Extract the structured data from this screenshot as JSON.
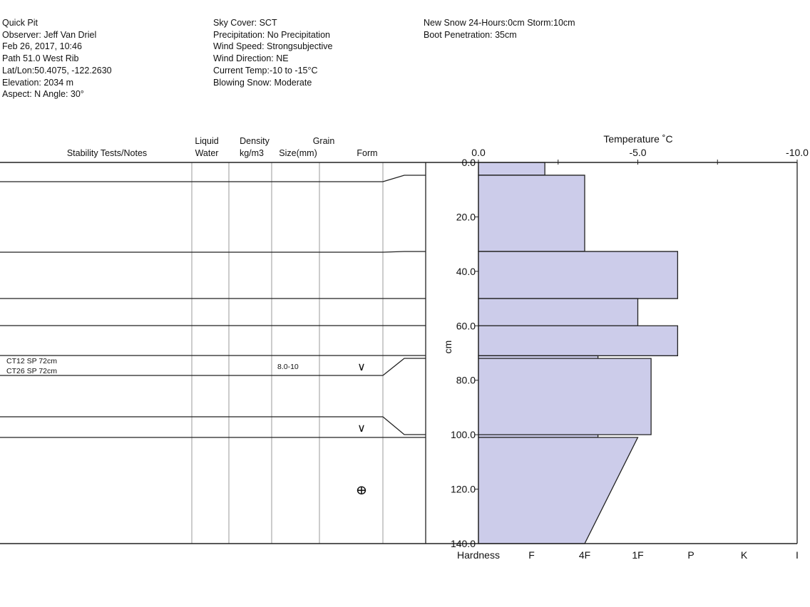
{
  "header": {
    "col1": [
      "Quick Pit",
      "Observer: Jeff Van Driel",
      "Feb 26, 2017, 10:46",
      "Path 51.0 West Rib",
      "Lat/Lon:50.4075, -122.2630",
      "Elevation: 2034 m",
      "Aspect: N Angle: 30°"
    ],
    "col2": [
      "Sky Cover: SCT",
      "Precipitation: No Precipitation",
      "Wind Speed: Strongsubjective",
      "Wind Direction: NE",
      "Current Temp:-10 to -15°C",
      "Blowing Snow: Moderate"
    ],
    "col3": [
      "New Snow 24-Hours:0cm Storm:10cm",
      "Boot Penetration: 35cm"
    ]
  },
  "table": {
    "headers": {
      "notes": "Stability Tests/Notes",
      "liquid1": "Liquid",
      "liquid2": "Water",
      "density1": "Density",
      "density2": "kg/m3",
      "grain": "Grain",
      "size": "Size(mm)",
      "form": "Form"
    },
    "notes": [
      "CT12 SP 72cm",
      "CT26 SP 72cm"
    ],
    "grain_size": "8.0-10",
    "form_symbols": [
      "∨",
      "∨",
      "ⴲ"
    ]
  },
  "chart_data": {
    "type": "bar",
    "title": "Temperature ˚C",
    "ylabel": "cm",
    "ylim": [
      0,
      140
    ],
    "yticks": [
      "0.0",
      "20.0",
      "40.0",
      "60.0",
      "80.0",
      "100.0",
      "120.0",
      "140.0"
    ],
    "temp_ticks": [
      "0.0",
      "-5.0",
      "-10.0"
    ],
    "xlim_temp": [
      0,
      -10
    ],
    "hardness_label": "Hardness",
    "hardness_ticks": [
      "F",
      "4F",
      "1F",
      "P",
      "K",
      "I"
    ],
    "layers": [
      {
        "top": 0,
        "bottom": 4.7,
        "hardness": 1.25
      },
      {
        "top": 4.7,
        "bottom": 32.7,
        "hardness": 2
      },
      {
        "top": 32.7,
        "bottom": 50,
        "hardness": 3.75
      },
      {
        "top": 50,
        "bottom": 60,
        "hardness": 3
      },
      {
        "top": 60,
        "bottom": 71,
        "hardness": 3.75
      },
      {
        "top": 71,
        "bottom": 72,
        "hardness": 2.25
      },
      {
        "top": 72,
        "bottom": 100,
        "hardness": 3.25
      },
      {
        "top": 100,
        "bottom": 101,
        "hardness": 2.25
      },
      {
        "top": 101,
        "bottom": 140,
        "hardness": 3,
        "hardness_bottom": 2
      }
    ],
    "fill": "#ccccea"
  }
}
